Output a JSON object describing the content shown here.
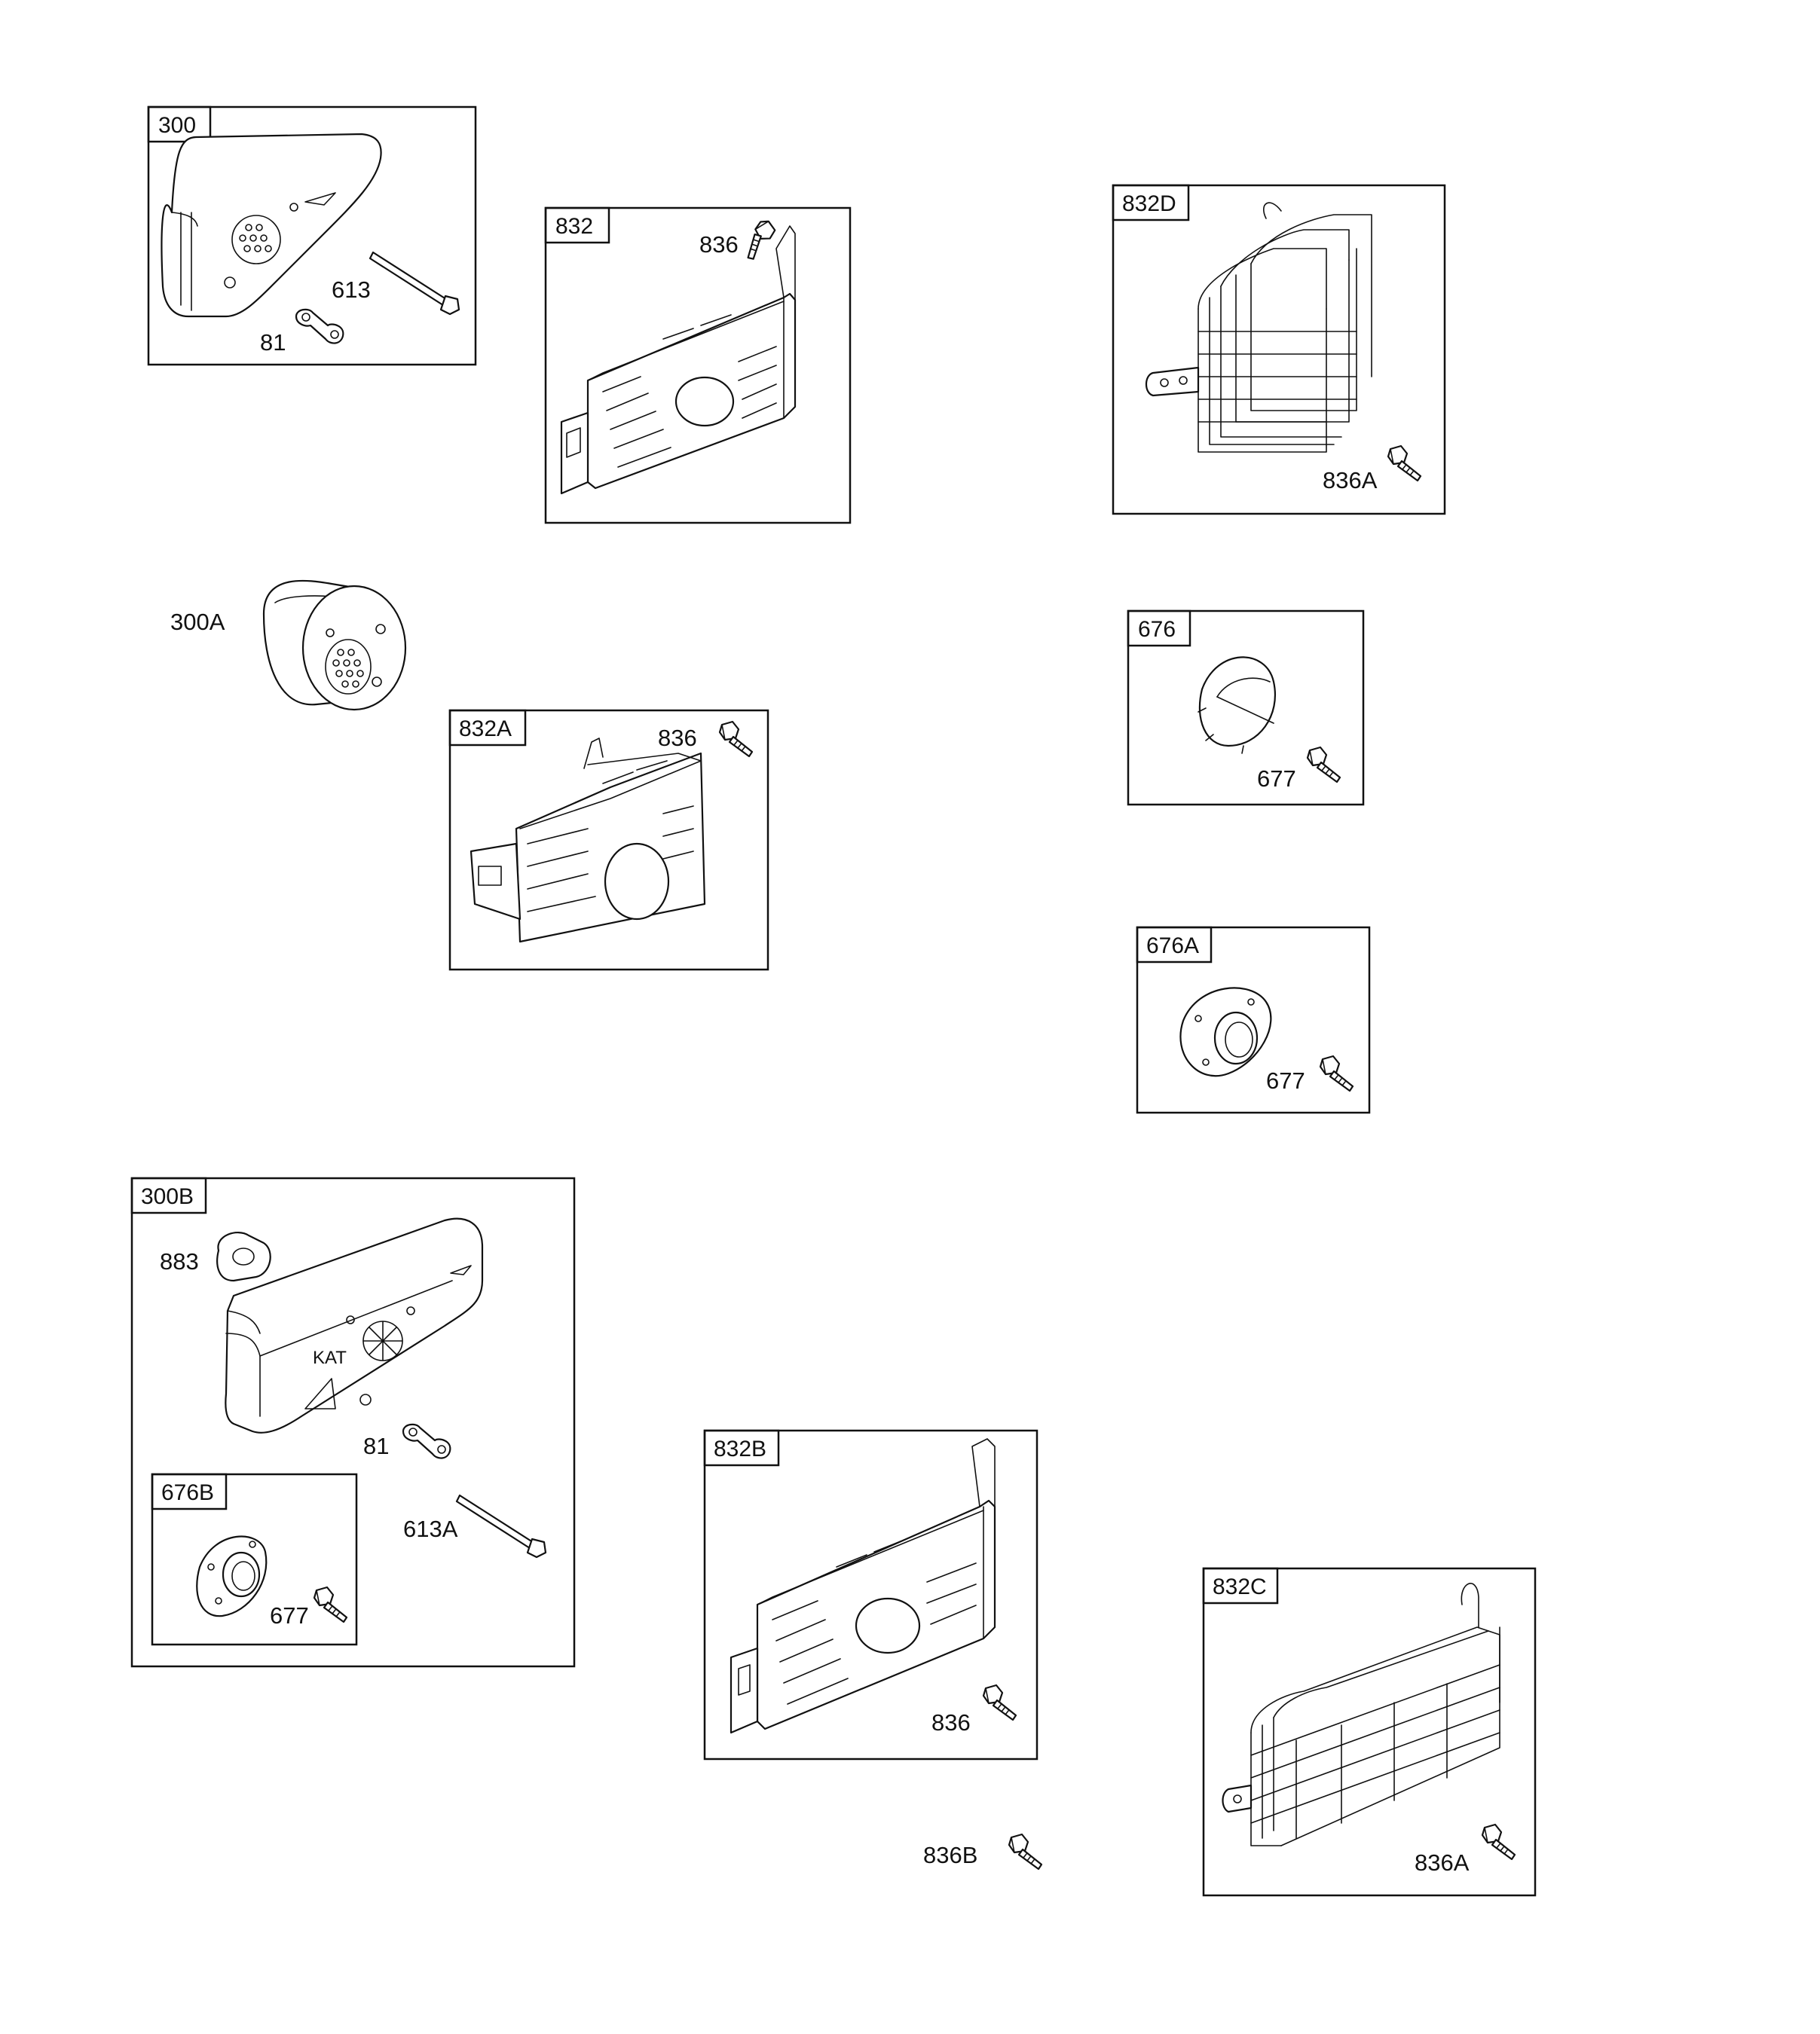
{
  "panels": [
    {
      "id": "300",
      "label": "300",
      "callouts": [
        "613",
        "81"
      ]
    },
    {
      "id": "832",
      "label": "832",
      "callouts": [
        "836"
      ]
    },
    {
      "id": "832D",
      "label": "832D",
      "callouts": [
        "836A"
      ]
    },
    {
      "id": "300A",
      "label": "300A",
      "callouts": []
    },
    {
      "id": "832A",
      "label": "832A",
      "callouts": [
        "836"
      ]
    },
    {
      "id": "676",
      "label": "676",
      "callouts": [
        "677"
      ]
    },
    {
      "id": "676A",
      "label": "676A",
      "callouts": [
        "677"
      ]
    },
    {
      "id": "300B",
      "label": "300B",
      "callouts": [
        "883",
        "81",
        "613A"
      ]
    },
    {
      "id": "676B",
      "label": "676B",
      "callouts": [
        "677"
      ]
    },
    {
      "id": "832B",
      "label": "832B",
      "callouts": [
        "836"
      ]
    },
    {
      "id": "832C",
      "label": "832C",
      "callouts": [
        "836A"
      ]
    },
    {
      "id": "836B",
      "label": "836B",
      "callouts": []
    }
  ],
  "muffler_logo_text": "KAT"
}
